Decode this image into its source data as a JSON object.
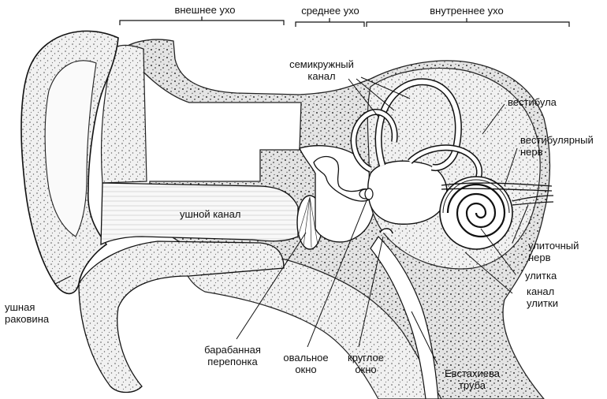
{
  "sections": {
    "outer": "внешнее ухо",
    "middle": "среднее ухо",
    "inner": "внутреннее ухо"
  },
  "labels": {
    "semicircular": [
      "семикружный",
      "канал"
    ],
    "vestibule": "вестибула",
    "vestibular_nerve": [
      "вестибулярный",
      "нерв"
    ],
    "ear_canal": "ушной канал",
    "cochlear_nerve": [
      "улиточный",
      "нерв"
    ],
    "cochlea": "улитка",
    "cochlear_canal": [
      "канал",
      "улитки"
    ],
    "auricle": [
      "ушная",
      "раковина"
    ],
    "eardrum": [
      "барабанная",
      "перепонка"
    ],
    "oval_window": [
      "овальное",
      "окно"
    ],
    "round_window": [
      "круглое",
      "окно"
    ],
    "eustachian_tube": [
      "Евстахиева",
      "труба"
    ]
  },
  "colors": {
    "ink": "#111111",
    "bone_fill": "#e9e9e9",
    "soft_fill": "#f4f4f4",
    "background": "#ffffff"
  }
}
